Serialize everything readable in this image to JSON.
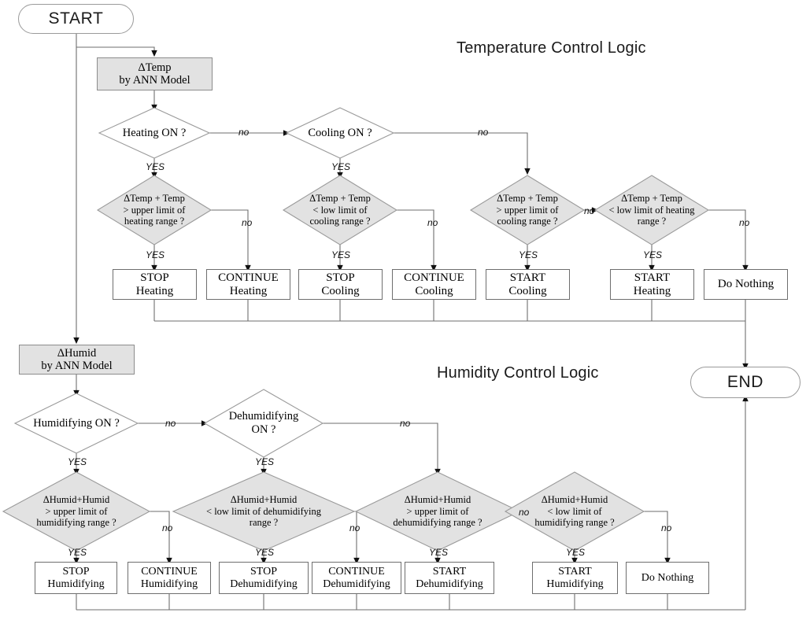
{
  "diagram": {
    "type": "flowchart",
    "titles": {
      "temperature": "Temperature Control Logic",
      "humidity": "Humidity Control Logic"
    },
    "terminators": {
      "start": "START",
      "end": "END"
    },
    "colors": {
      "shaded_fill": "#e2e2e2",
      "plain_fill": "#ffffff",
      "line": "#6e6e6e",
      "text": "#000000"
    },
    "edge_labels": {
      "no": "no",
      "yes": "YES"
    }
  },
  "temperature_section": {
    "process": {
      "line1": "ΔTemp",
      "line2": "by ANN Model"
    },
    "decisions": {
      "heating_on": "Heating ON ?",
      "cooling_on": "Cooling ON ?",
      "d1_l1": "ΔTemp + Temp",
      "d1_l2": "> upper limit of",
      "d1_l3": "heating range ?",
      "d2_l1": "ΔTemp + Temp",
      "d2_l2": "< low limit of",
      "d2_l3": "cooling range ?",
      "d3_l1": "ΔTemp + Temp",
      "d3_l2": "> upper limit of",
      "d3_l3": "cooling range ?",
      "d4_l1": "ΔTemp + Temp",
      "d4_l2": "< low limit of heating",
      "d4_l3": "range ?"
    },
    "actions": [
      {
        "line1": "STOP",
        "line2": "Heating"
      },
      {
        "line1": "CONTINUE",
        "line2": "Heating"
      },
      {
        "line1": "STOP",
        "line2": "Cooling"
      },
      {
        "line1": "CONTINUE",
        "line2": "Cooling"
      },
      {
        "line1": "START",
        "line2": "Cooling"
      },
      {
        "line1": "START",
        "line2": "Heating"
      },
      {
        "line1": "Do Nothing",
        "line2": ""
      }
    ]
  },
  "humidity_section": {
    "process": {
      "line1": "ΔHumid",
      "line2": "by ANN Model"
    },
    "decisions": {
      "humidifying_on": "Humidifying ON ?",
      "dehumidifying_on_l1": "Dehumidifying",
      "dehumidifying_on_l2": "ON ?",
      "h1_l1": "ΔHumid+Humid",
      "h1_l2": "> upper limit of",
      "h1_l3": "humidifying range ?",
      "h2_l1": "ΔHumid+Humid",
      "h2_l2": "< low limit of dehumidifying",
      "h2_l3": "range ?",
      "h3_l1": "ΔHumid+Humid",
      "h3_l2": "> upper limit of",
      "h3_l3": "dehumidifying range ?",
      "h4_l1": "ΔHumid+Humid",
      "h4_l2": "< low limit of",
      "h4_l3": "humidifying range ?"
    },
    "actions": [
      {
        "line1": "STOP",
        "line2": "Humidifying"
      },
      {
        "line1": "CONTINUE",
        "line2": "Humidifying"
      },
      {
        "line1": "STOP",
        "line2": "Dehumidifying"
      },
      {
        "line1": "CONTINUE",
        "line2": "Dehumidifying"
      },
      {
        "line1": "START",
        "line2": "Dehumidifying"
      },
      {
        "line1": "START",
        "line2": "Humidifying"
      },
      {
        "line1": "Do Nothing",
        "line2": ""
      }
    ]
  }
}
